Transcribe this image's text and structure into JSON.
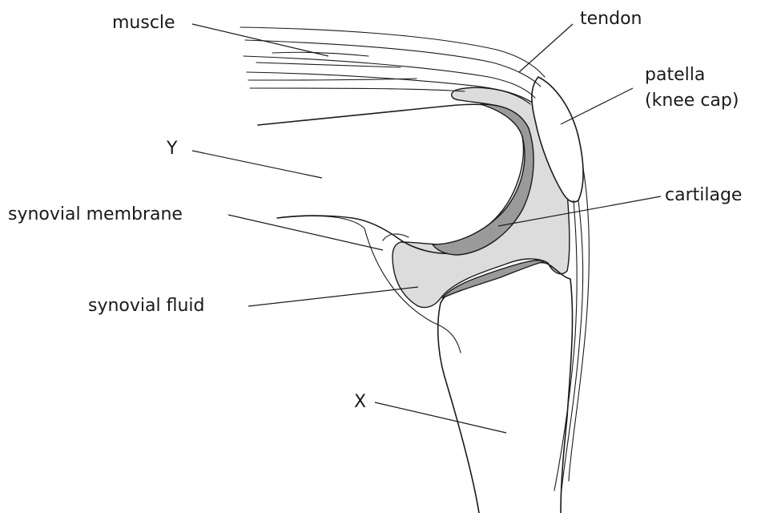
{
  "labels": {
    "muscle": "muscle",
    "tendon": "tendon",
    "patella_line1": "patella",
    "patella_line2": "(knee cap)",
    "y": "Y",
    "cartilage": "cartilage",
    "synovial_membrane": "synovial membrane",
    "synovial_fluid": "synovial fluid",
    "x": "X"
  },
  "colors": {
    "synovial_fluid_fill": "#dcdcdc",
    "cartilage_fill": "#9a9a9a",
    "outline": "#1a1a1a"
  }
}
